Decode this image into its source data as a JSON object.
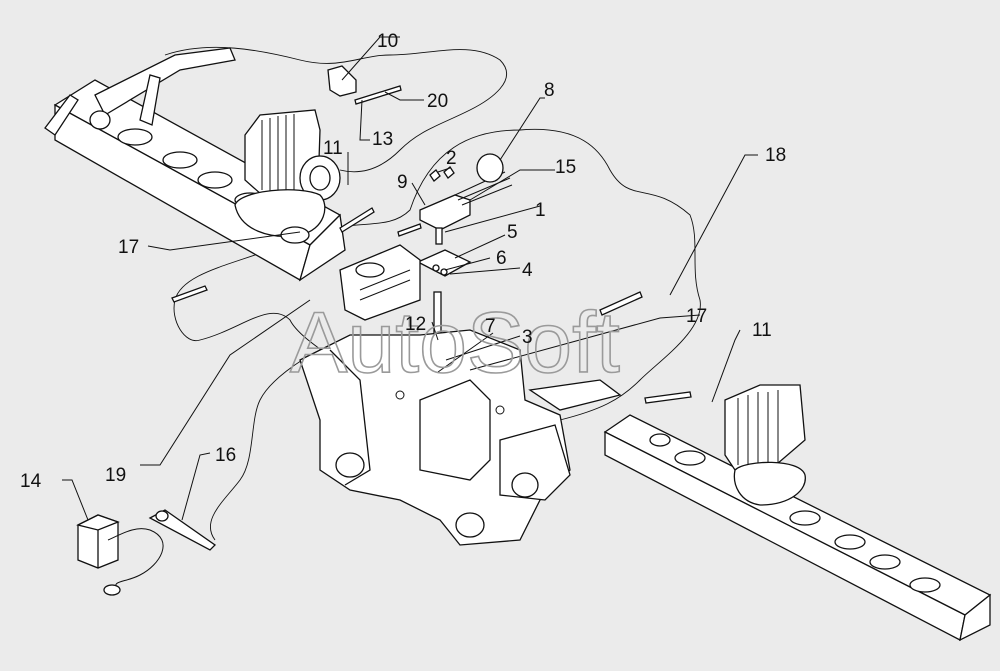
{
  "diagram": {
    "watermark": "AutoSoft",
    "callouts": [
      "1",
      "2",
      "3",
      "4",
      "5",
      "6",
      "7",
      "8",
      "9",
      "10",
      "11",
      "11",
      "12",
      "13",
      "14",
      "15",
      "16",
      "17",
      "17",
      "18",
      "19",
      "20"
    ]
  }
}
